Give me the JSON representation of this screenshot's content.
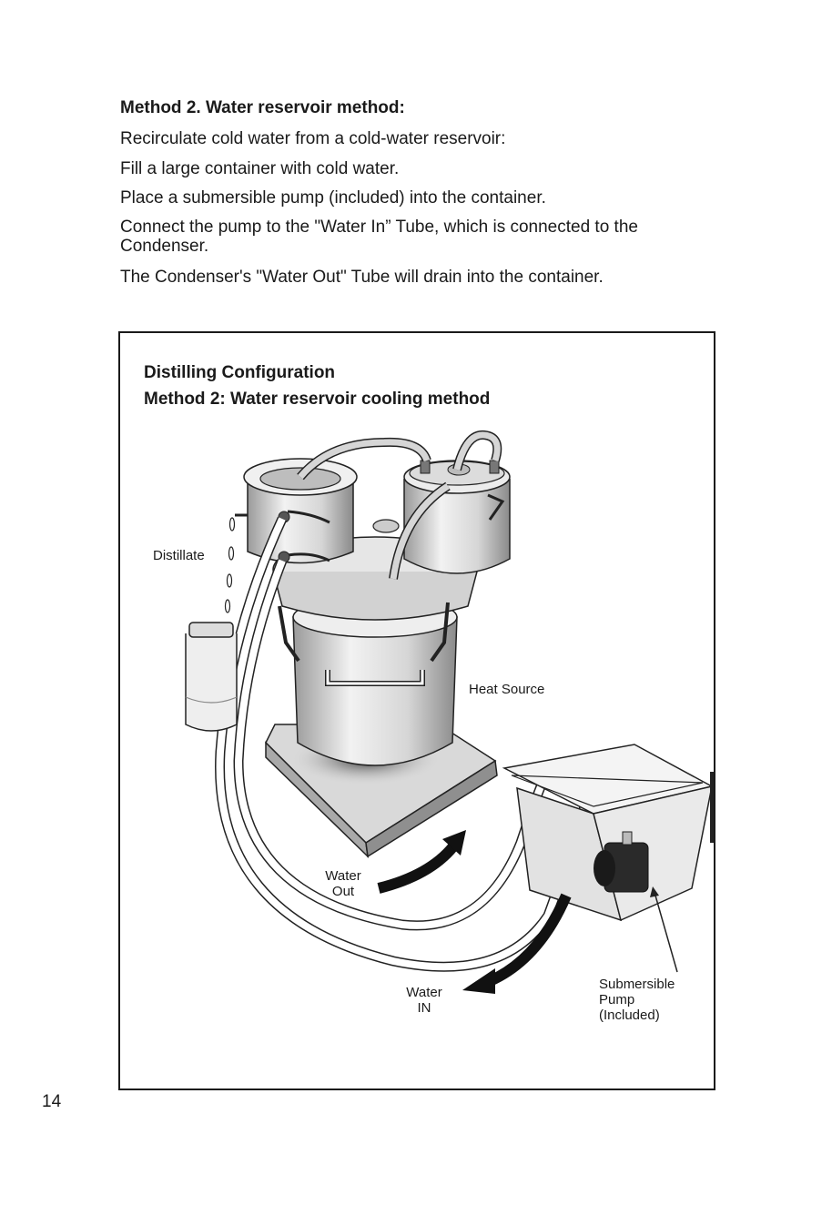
{
  "section": {
    "heading": "Method 2. Water reservoir method:",
    "paragraphs": [
      "Recirculate cold water from a cold-water reservoir:",
      "Fill a large container with cold water.",
      "Place a submersible pump (included) into the container.",
      "Connect the pump to the \"Water In” Tube, which is connected to the Condenser.",
      "The Condenser's \"Water Out\" Tube will drain into the container."
    ]
  },
  "figure": {
    "title_line1": "Distilling Configuration",
    "title_line2": "Method 2: Water reservoir cooling method",
    "labels": {
      "distillate": "Distillate",
      "heat_source": "Heat Source",
      "water_out_1": "Water",
      "water_out_2": "Out",
      "water_in_1": "Water",
      "water_in_2": "IN",
      "pump_1": "Submersible",
      "pump_2": "Pump",
      "pump_3": "(Included)"
    }
  },
  "page_number": "14"
}
